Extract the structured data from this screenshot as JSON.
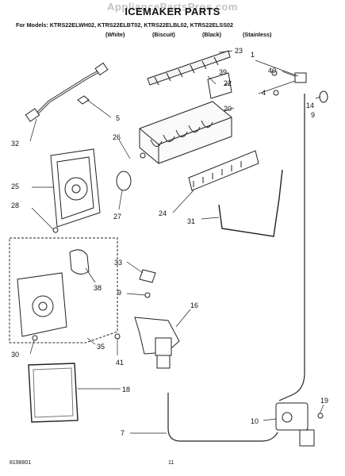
{
  "header": {
    "watermark": "AppliancePartsPros.com",
    "title": "ICEMAKER PARTS",
    "models": "For Models: KTRS22ELWH02, KTRS22ELBT02, KTRS22ELBL02, KTRS22ELSS02",
    "colors": [
      "(White)",
      "(Biscuit)",
      "(Black)",
      "(Stainless)"
    ]
  },
  "callouts": [
    "1",
    "40",
    "23",
    "39",
    "22",
    "4",
    "20",
    "14",
    "9",
    "5",
    "32",
    "26",
    "27",
    "25",
    "28",
    "24",
    "31",
    "38",
    "33",
    "9",
    "16",
    "41",
    "30",
    "35",
    "18",
    "19",
    "10",
    "7"
  ],
  "footer": {
    "doc_number": "8198801",
    "page_number": "11"
  }
}
